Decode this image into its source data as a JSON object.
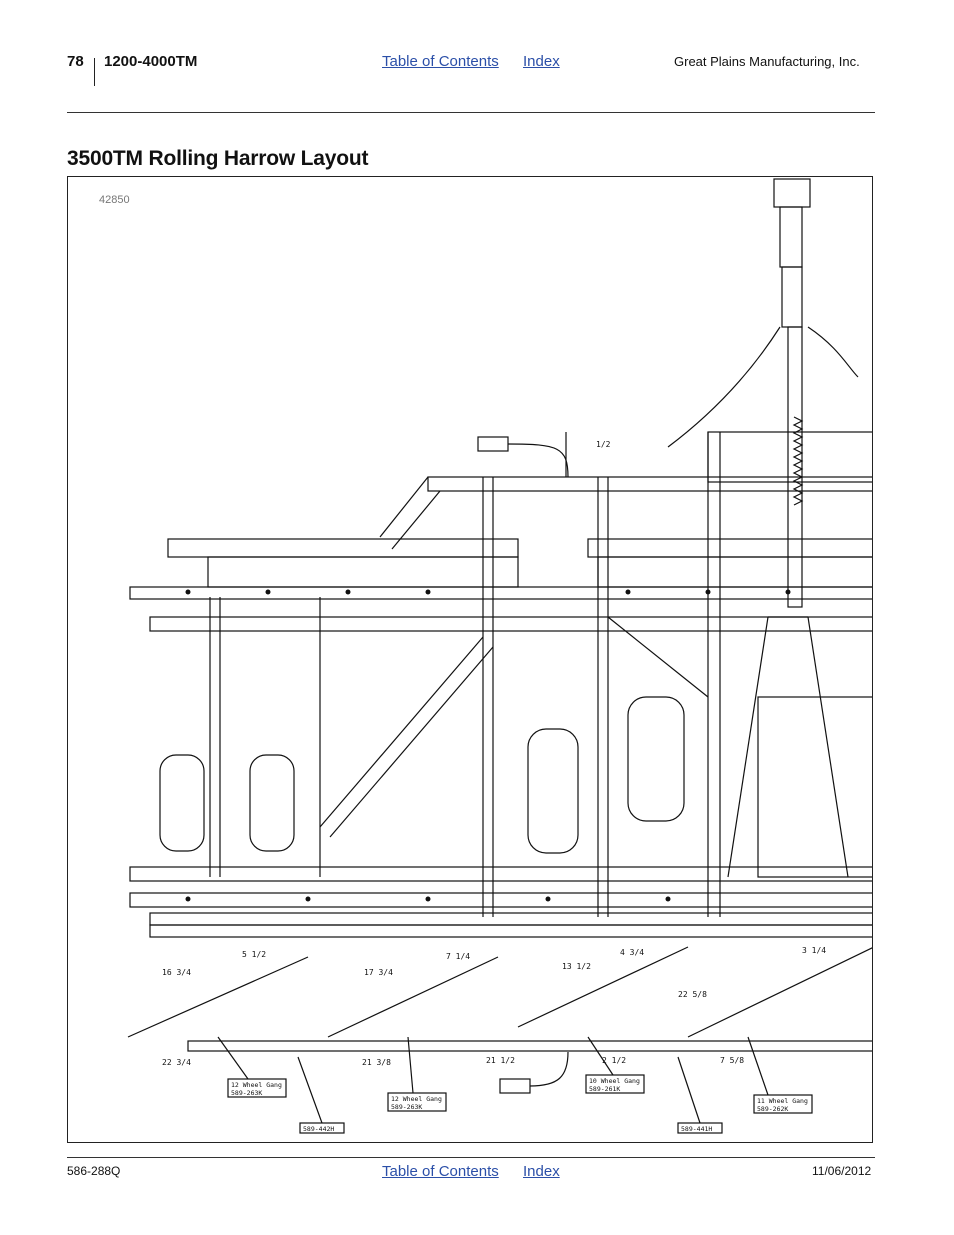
{
  "header": {
    "page_number": "78",
    "model": "1200-4000TM",
    "toc_link": "Table of Contents",
    "index_link": "Index",
    "company": "Great Plains Manufacturing, Inc."
  },
  "page_title": "3500TM Rolling Harrow Layout",
  "figure": {
    "figure_id": "42850",
    "dimensions": [
      "1/2",
      "16 3/4",
      "5 1/2",
      "17 3/4",
      "7 1/4",
      "13 1/2",
      "4 3/4",
      "3 1/4",
      "22 5/8",
      "22 3/4",
      "21 3/8",
      "21 1/2",
      "2 1/2",
      "7 5/8"
    ],
    "labels": [
      {
        "line1": "12 Wheel Gang",
        "line2": "589-263K"
      },
      {
        "line1": "12 Wheel Gang",
        "line2": "589-263K"
      },
      {
        "line1": "10 Wheel Gang",
        "line2": "589-261K"
      },
      {
        "line1": "11 Wheel Gang",
        "line2": "589-262K"
      }
    ],
    "part_tags": [
      "589-442H",
      "589-441H"
    ]
  },
  "footer": {
    "doc_number": "586-288Q",
    "toc_link": "Table of Contents",
    "index_link": "Index",
    "date": "11/06/2012"
  }
}
